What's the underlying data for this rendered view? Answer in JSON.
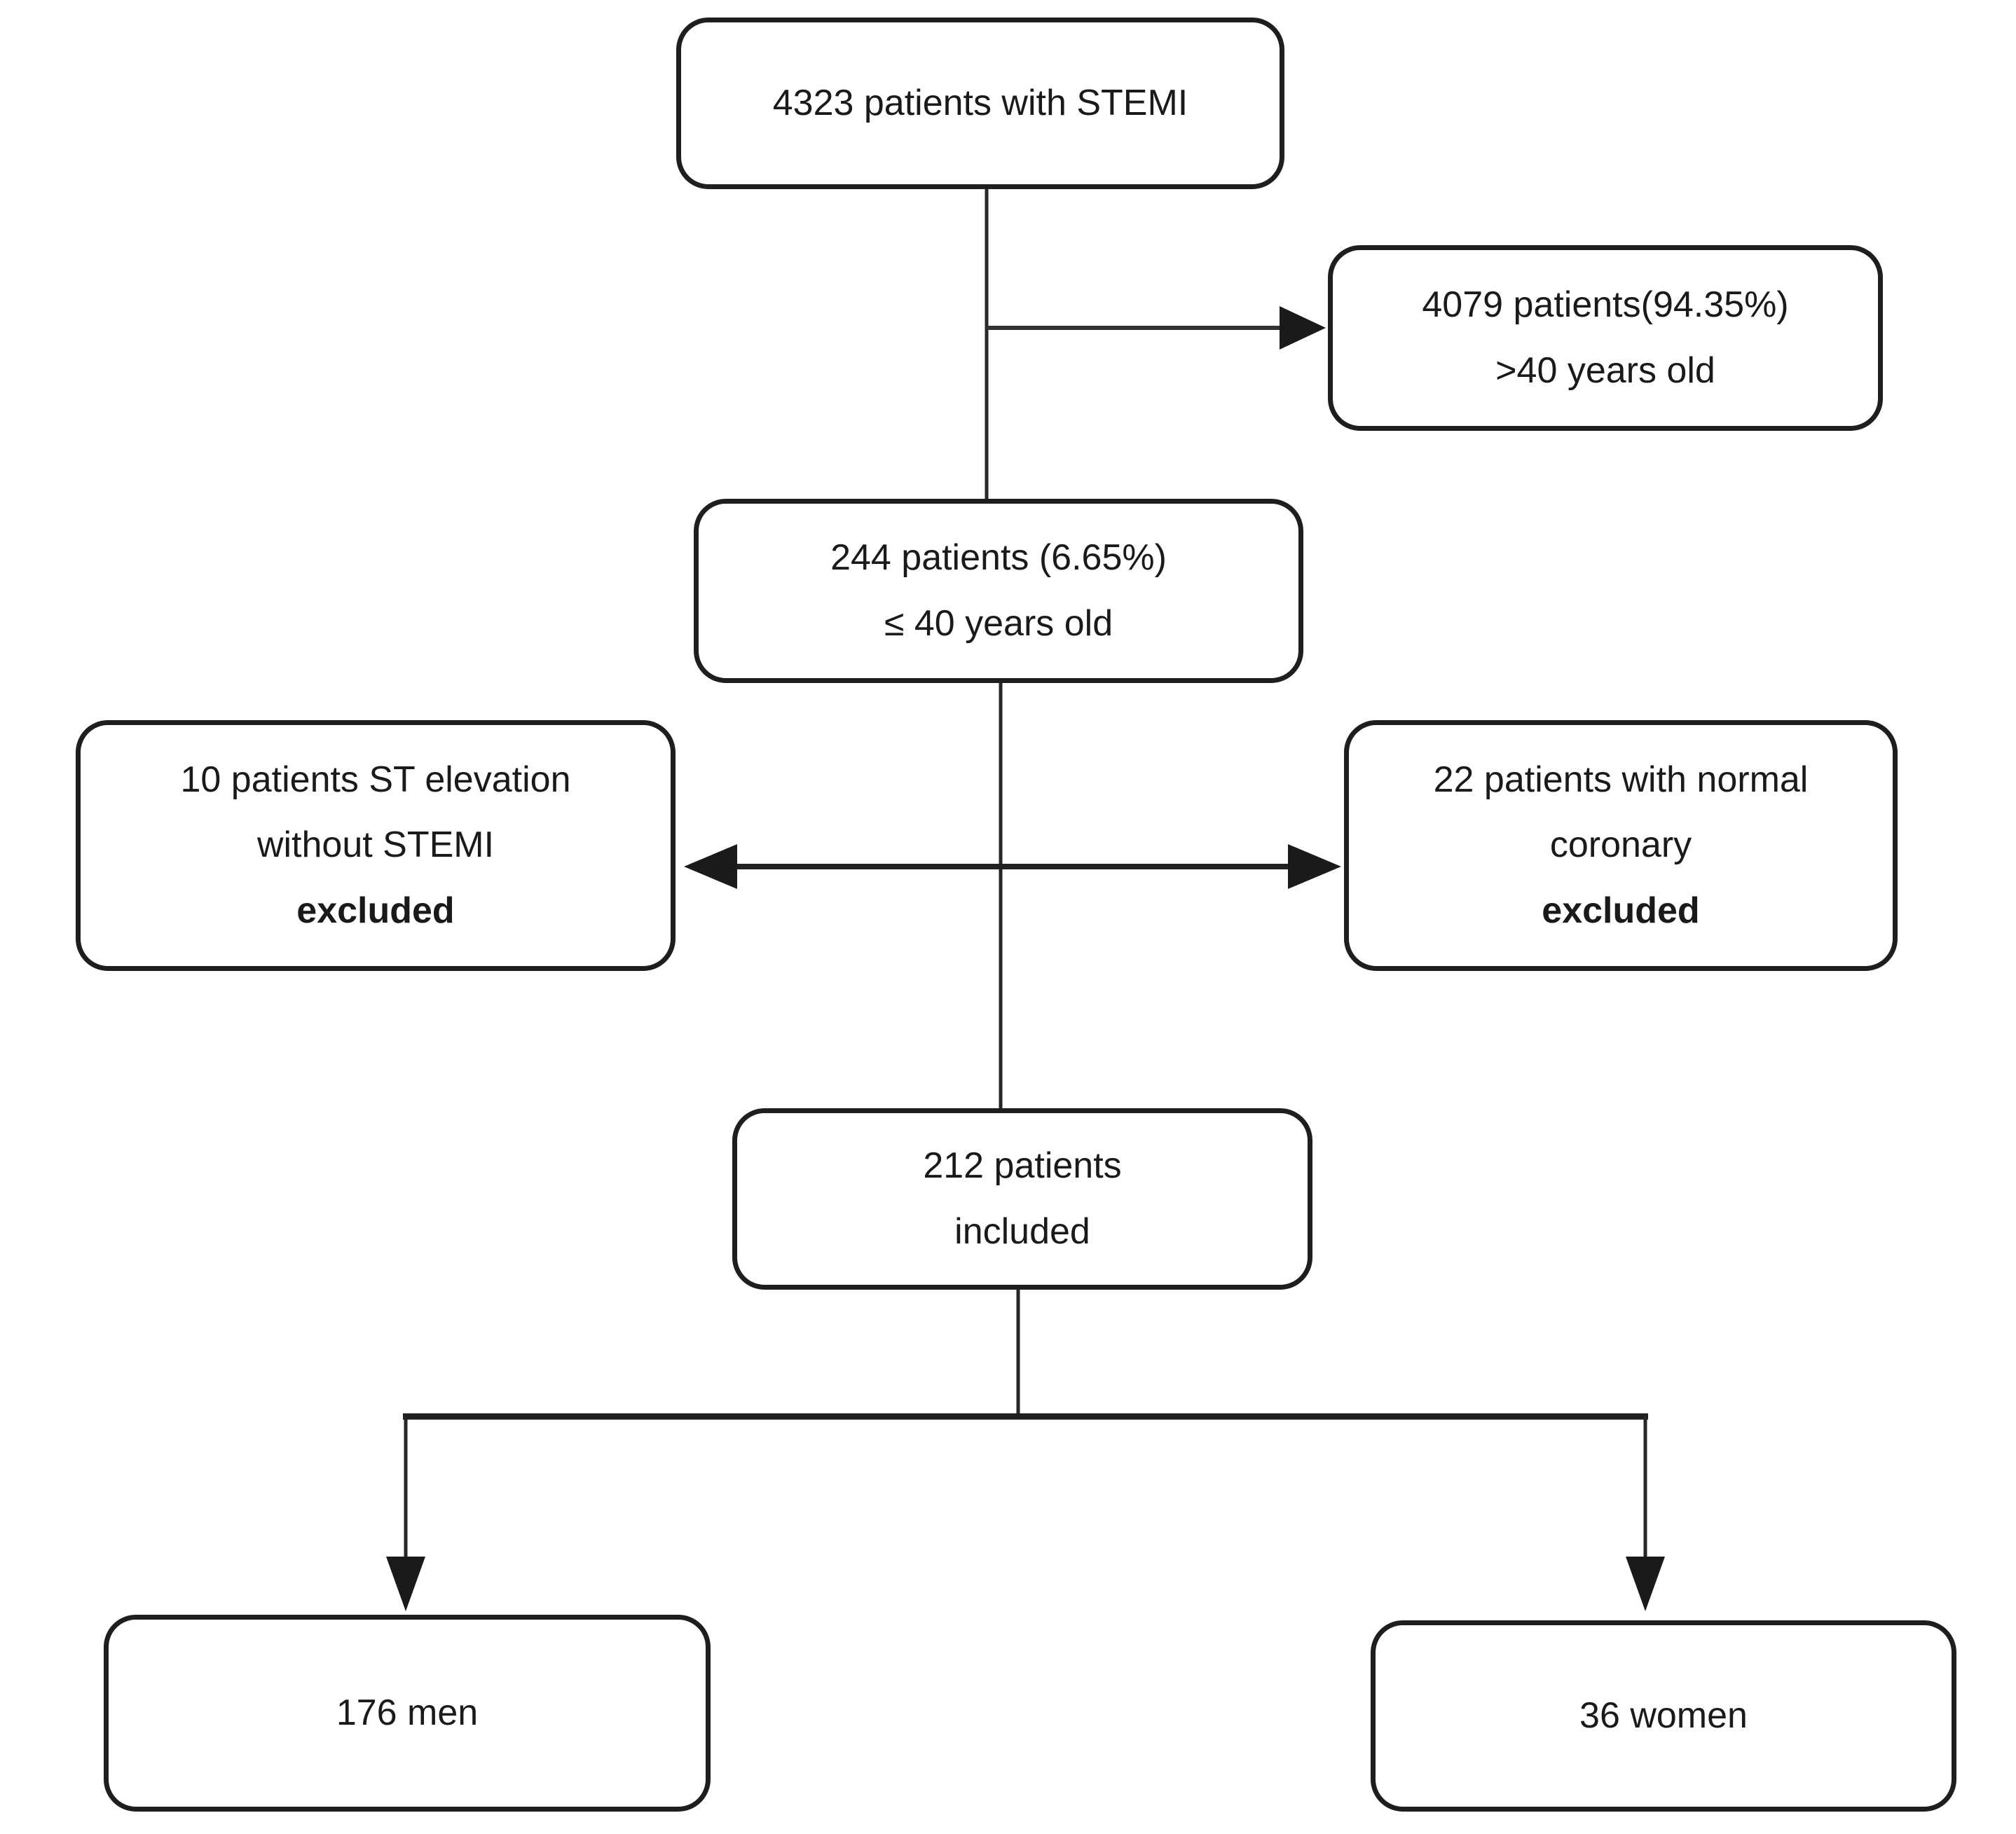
{
  "flowchart": {
    "nodes": {
      "total": {
        "line1": "4323 patients with STEMI"
      },
      "over40": {
        "line1": "4079 patients(94.35%)",
        "line2": ">40 years old"
      },
      "under40": {
        "line1": "244 patients (6.65%)",
        "line2": "≤ 40 years old"
      },
      "excluded_st_elevation": {
        "line1": "10 patients ST elevation",
        "line2": "without STEMI",
        "line3": "excluded"
      },
      "excluded_normal_coronary": {
        "line1": "22 patients with normal",
        "line2": "coronary",
        "line3": "excluded"
      },
      "included": {
        "line1": "212 patients",
        "line2": "included"
      },
      "men": {
        "line1": "176 men"
      },
      "women": {
        "line1": "36 women"
      }
    },
    "colors": {
      "box_border": "#1e1e1e",
      "connector_line": "#262626",
      "text": "#1a1a1a",
      "background": "#ffffff"
    }
  }
}
